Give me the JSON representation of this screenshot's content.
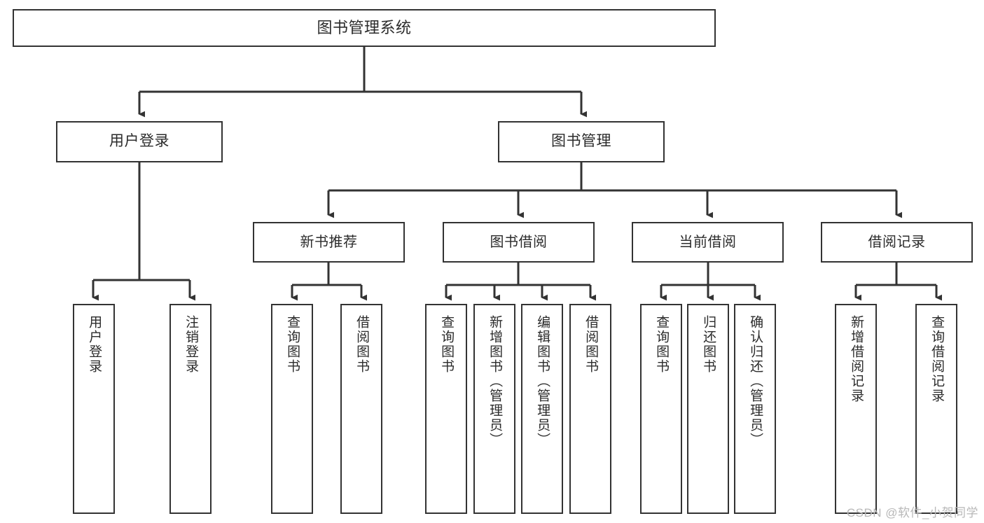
{
  "diagram": {
    "title": "图书管理系统",
    "stroke_color": "#333333",
    "background_color": "#ffffff",
    "text_color": "#2b2b2b",
    "watermark": "CSDN @软件_小贺同学",
    "nodes": {
      "root": {
        "label": "图书管理系统"
      },
      "level2": [
        {
          "label": "用户登录"
        },
        {
          "label": "图书管理"
        }
      ],
      "level3": [
        {
          "label": "新书推荐"
        },
        {
          "label": "图书借阅"
        },
        {
          "label": "当前借阅"
        },
        {
          "label": "借阅记录"
        }
      ],
      "leaves": {
        "user_login": [
          {
            "label": "用户登录"
          },
          {
            "label": "注销登录"
          }
        ],
        "new_book_recommend": [
          {
            "label": "查询图书"
          },
          {
            "label": "借阅图书"
          }
        ],
        "book_borrow": [
          {
            "label": "查询图书"
          },
          {
            "label": "新增图书（管理员）"
          },
          {
            "label": "编辑图书（管理员）"
          },
          {
            "label": "借阅图书"
          }
        ],
        "current_borrow": [
          {
            "label": "查询图书"
          },
          {
            "label": "归还图书"
          },
          {
            "label": "确认归还（管理员）"
          }
        ],
        "borrow_records": [
          {
            "label": "新增借阅记录"
          },
          {
            "label": "查询借阅记录"
          }
        ]
      }
    }
  }
}
